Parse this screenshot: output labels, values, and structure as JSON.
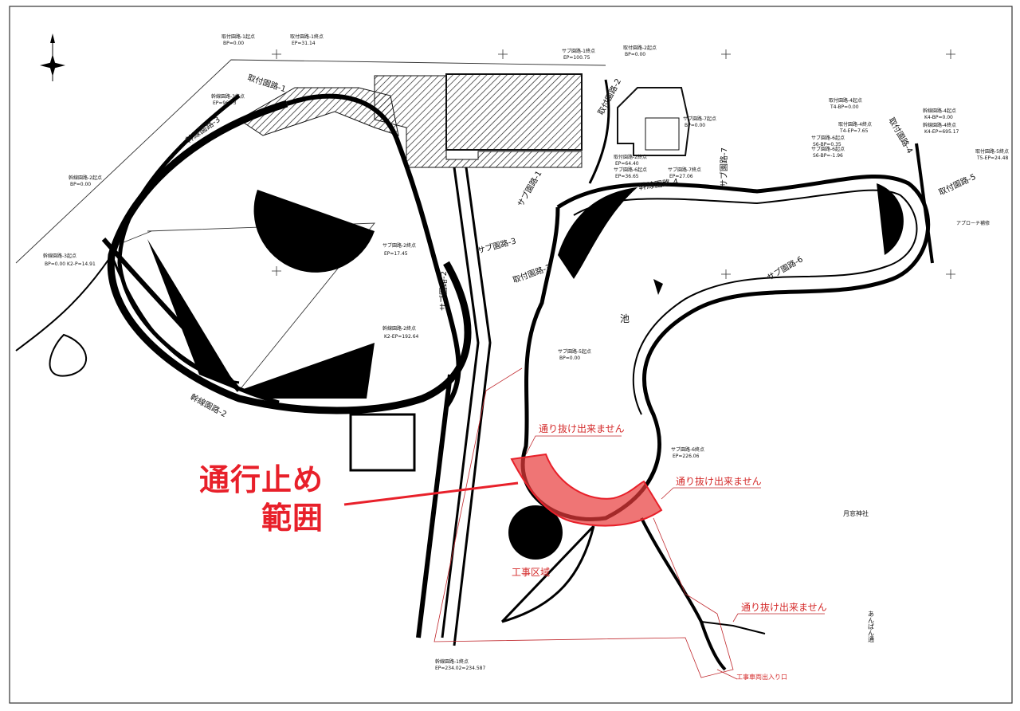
{
  "closure_callout": {
    "line1": "通行止め",
    "line2": "範囲",
    "color": "#e8202a"
  },
  "notices": {
    "no_through_1": "通り抜け出来ません",
    "no_through_2": "通り抜け出来ません",
    "no_through_3": "通り抜け出来ません",
    "construction_area": "工事区域",
    "vehicle_entrance": "工事車両出入り口",
    "color": "#c0282d"
  },
  "landmarks": {
    "pond": "池",
    "shrine": "月窓神社",
    "street": "あんぱん通"
  },
  "road_labels": {
    "access_1": "取付園路-1",
    "access_2": "取付園路-2",
    "access_3": "取付園路-3",
    "access_4": "取付園路-4",
    "access_5": "取付園路-5",
    "trunk_2": "幹線園路-2",
    "trunk_3": "幹線園路-3",
    "trunk_4": "幹線園路-4",
    "sub_1": "サブ園路-1",
    "sub_2": "サブ園路-2",
    "sub_3": "サブ園路-3",
    "sub_6": "サブ園路-6",
    "sub_7": "サブ園路-7",
    "approach": "アプローチ補修"
  },
  "point_notes": [
    {
      "name": "取付園路-1起点",
      "value": "BP=0.00"
    },
    {
      "name": "取付園路-1終点",
      "value": "EP=31.14"
    },
    {
      "name": "幹線園路-3終点",
      "value": "EP=96.73"
    },
    {
      "name": "幹線園路-2起点",
      "value": "BP=0.00"
    },
    {
      "name": "幹線園路-3起点",
      "value": "BP=0.00 K2-P=14.91"
    },
    {
      "name": "サブ園路-1終点",
      "value": "EP=100.75"
    },
    {
      "name": "取付園路-2起点",
      "value": "BP=0.00"
    },
    {
      "name": "サブ園路-7起点",
      "value": "BP=0.00"
    },
    {
      "name": "取付園路-2終点",
      "value": "EP=64.40"
    },
    {
      "name": "サブ園路-6起点",
      "value": "EP=36.65"
    },
    {
      "name": "サブ園路-7終点",
      "value": "EP=27.06"
    },
    {
      "name": "取付園路-4起点",
      "value": "T4-BP=0.00"
    },
    {
      "name": "取付園路-4終点",
      "value": "T4-EP=7.65"
    },
    {
      "name": "幹線園路-4起点",
      "value": "K4-BP=0.00"
    },
    {
      "name": "幹線園路-4終点",
      "value": "K4-EP=695.17"
    },
    {
      "name": "サブ園路-6起点",
      "value": "S6-BP=0.35"
    },
    {
      "name": "サブ園路-6起点",
      "value": "S6-BP=-1.96"
    },
    {
      "name": "取付園路-5終点",
      "value": "T5-EP=24.48"
    },
    {
      "name": "サブ園路-2終点",
      "value": "EP=17.45"
    },
    {
      "name": "サブ園路-5起点",
      "value": "BP=0.00"
    },
    {
      "name": "サブ園路-6終点",
      "value": "EP=226.06"
    },
    {
      "name": "幹線園路-1終点",
      "value": "EP=234.02=234.587"
    },
    {
      "name": "幹線園路-2終点",
      "value": "K2-EP=192.64"
    }
  ]
}
